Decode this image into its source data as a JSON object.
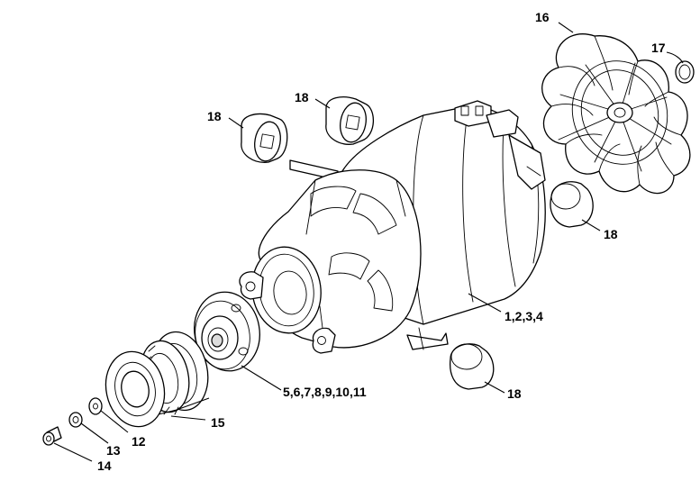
{
  "labels": {
    "motor_housing": "1,2,3,4",
    "bearing_assembly": "5,6,7,8,9,10,11",
    "washer_small": "12",
    "washer_spring": "13",
    "screw": "14",
    "bearing_set": "15",
    "fan": "16",
    "circlip": "17",
    "damper_top_left": "18",
    "damper_top_mid": "18",
    "damper_right": "18",
    "damper_bottom": "18"
  },
  "colors": {
    "line": "#000000",
    "background": "#ffffff",
    "shade": "#dcdcdc"
  }
}
